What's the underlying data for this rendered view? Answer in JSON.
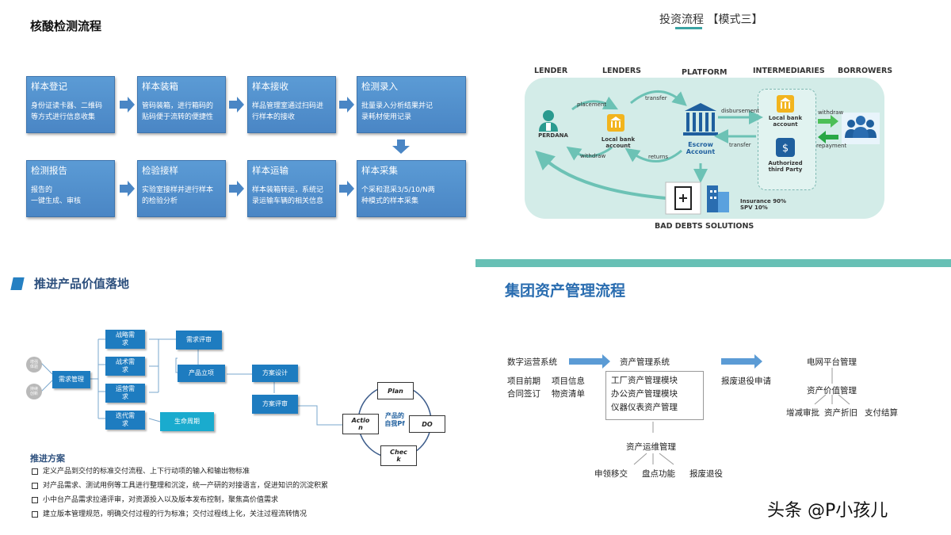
{
  "q1": {
    "title": "核酸检测流程",
    "row1": [
      {
        "title": "样本登记",
        "desc": [
          "身份证读卡器、二维码",
          "等方式进行信息收集"
        ]
      },
      {
        "title": "样本装箱",
        "desc": [
          "管码装箱，进行箱码的",
          "贴码便于流转的便捷性"
        ]
      },
      {
        "title": "样本接收",
        "desc": [
          "样品管理室通过扫码进",
          "行样本的接收"
        ]
      },
      {
        "title": "检测录入",
        "desc": [
          "批量录入分析结果并记",
          "录耗材使用记录"
        ]
      }
    ],
    "row2": [
      {
        "title": "检测报告",
        "desc": [
          "报告的",
          "一键生成、审核"
        ]
      },
      {
        "title": "检验接样",
        "desc": [
          "实验室接样并进行样本",
          "的检验分析"
        ]
      },
      {
        "title": "样本运输",
        "desc": [
          "样本装箱转运，系统记",
          "录运输车辆的相关信息"
        ]
      },
      {
        "title": "样本采集",
        "desc": [
          "个采和混采3/5/10/N两",
          "种模式的样本采集"
        ]
      }
    ]
  },
  "q2": {
    "title": "投资流程",
    "title_bracket": "【模式三】",
    "headers": [
      "LENDER",
      "LENDERS",
      "PLATFORM",
      "INTERMEDIARIES",
      "BORROWERS"
    ],
    "perdana": "PERDANA",
    "local_bank": [
      "Local bank",
      "account"
    ],
    "escrow": [
      "Escrow",
      "Account"
    ],
    "local_bank2": [
      "Local bank",
      "account"
    ],
    "authorized": [
      "Authorized",
      "third Party"
    ],
    "arrows": {
      "placement": "placement",
      "transfer": "transfer",
      "withdraw": "withdraw",
      "returns": "returns",
      "disbursement": "disbursement",
      "transfer2": "transfer",
      "withdraw2": "withdraw",
      "repayment": "repayment"
    },
    "insurance": [
      "Insurance 90%",
      "SPV 10%"
    ],
    "bad_debts": "BAD DEBTS SOLUTIONS"
  },
  "q3": {
    "title": "推进产品价值落地",
    "circles": [
      [
        "增强",
        "体验"
      ],
      [
        "持续",
        "创新"
      ]
    ],
    "demand_mgmt": "需求管理",
    "demand_types": [
      [
        "战略需",
        "求"
      ],
      [
        "战术需",
        "求"
      ],
      [
        "运营需",
        "求"
      ],
      [
        "迭代需",
        "求"
      ]
    ],
    "lifecycle": "生命周期",
    "review": "需求评审",
    "approval": "产品立项",
    "design": "方案设计",
    "plan_review": "方案评审",
    "pdca": {
      "plan": "Plan",
      "do": "DO",
      "check": [
        "Chec",
        "k"
      ],
      "action": [
        "Actio",
        "n"
      ],
      "center": [
        "产品的",
        "自我Pf"
      ]
    },
    "sub": "推进方案",
    "bullets": [
      "定义产品到交付的标准交付流程、上下行动项的输入和输出物标准",
      "对产品需求、测试用例等工具进行整理和沉淀，统一产研的对接语言，促进知识的沉淀积累",
      "小中台产品需求拉通评审，对资源投入以及版本发布控制，聚焦高价值需求",
      "建立版本管理规范，明确交付过程的行为标准；交付过程线上化，关注过程流转情况"
    ]
  },
  "q4": {
    "title": "集团资产管理流程",
    "digital": "数字运营系统",
    "asset_sys": "资产管理系统",
    "left_items": [
      [
        "项目前期",
        "项目信息"
      ],
      [
        "合同签订",
        "物资清单"
      ]
    ],
    "modules": [
      "工厂资产管理模块",
      "办公资产管理模块",
      "仪器仪表资产管理"
    ],
    "scrap_apply": "报废退役申请",
    "grid": "电网平台管理",
    "value": "资产价值管理",
    "value_items": [
      "增减审批",
      "资产折旧",
      "支付结算"
    ],
    "ops": "资产运维管理",
    "ops_items": [
      "申领移交",
      "盘点功能",
      "报废退役"
    ]
  },
  "watermark": "头条 @P小孩儿",
  "colors": {
    "blue_box": "#5b9bd5",
    "teal": "#67c0b5",
    "title_blue": "#2a6db0",
    "q3_blue": "#1e7cc0"
  }
}
